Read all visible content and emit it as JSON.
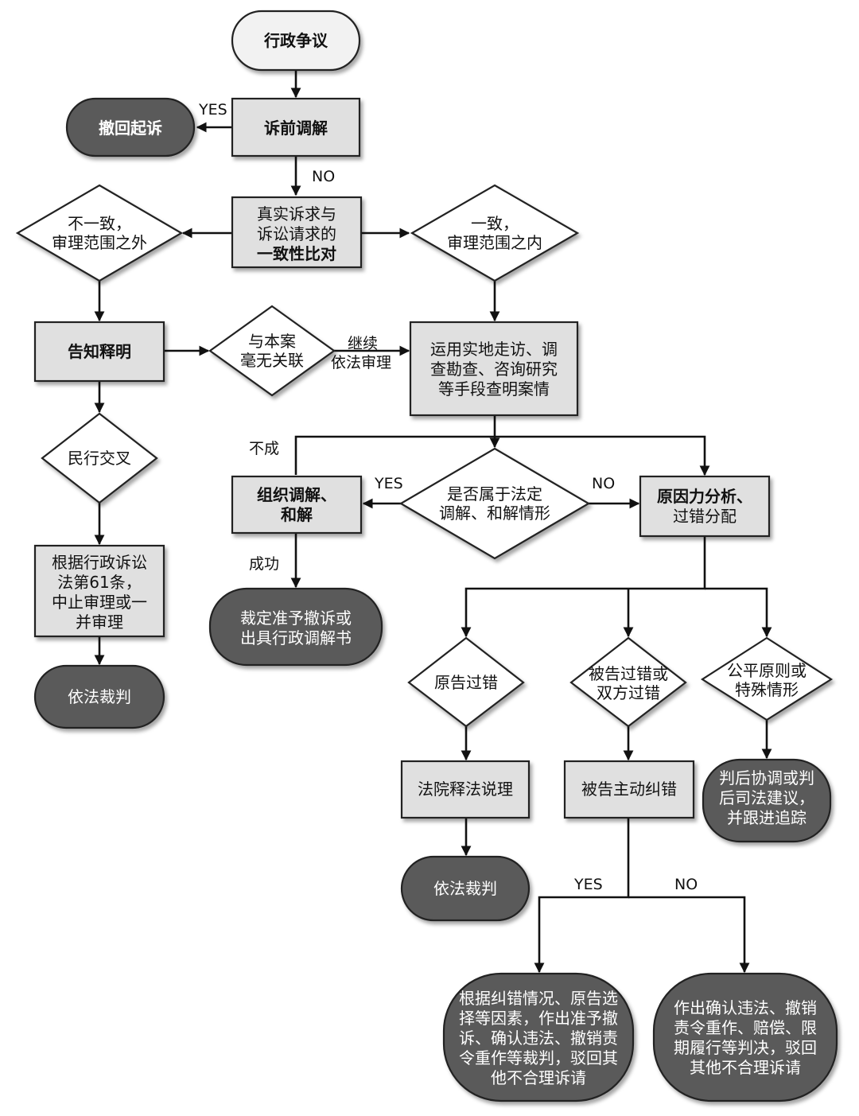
{
  "nodes": {
    "dispute": "行政争议",
    "pre_mediation": "诉前调解",
    "withdraw": "撤回起诉",
    "compare": [
      "真实诉求与",
      "诉讼请求的",
      "一致性比对"
    ],
    "mismatch": [
      "不一致，",
      "审理范围之外"
    ],
    "match": [
      "一致，",
      "审理范围之内"
    ],
    "inform": "告知释明",
    "unrelated": [
      "与本案",
      "毫无关联"
    ],
    "investigate": [
      "运用实地走访、调",
      "查勘查、咨询研究",
      "等手段查明案情"
    ],
    "civil_cross": "民行交叉",
    "art61": [
      "根据行政诉讼",
      "法第61条，",
      "中止审理或一",
      "并审理"
    ],
    "judge_left": "依法裁判",
    "organize": [
      "组织调解、",
      "和解"
    ],
    "is_legal": [
      "是否属于法定",
      "调解、和解情形"
    ],
    "cause": [
      "原因力分析、",
      "过错分配"
    ],
    "approve": [
      "裁定准予撤诉或",
      "出具行政调解书"
    ],
    "plaintiff_fault": "原告过错",
    "defendant_fault": [
      "被告过错或",
      "双方过错"
    ],
    "fairness": [
      "公平原则或",
      "特殊情形"
    ],
    "court_explain": "法院释法说理",
    "defendant_correct": "被告主动纠错",
    "post_judgment": [
      "判后协调或判",
      "后司法建议，",
      "并跟进追踪"
    ],
    "judge_mid": "依法裁判",
    "result_yes": [
      "根据纠错情况、原告选",
      "择等因素，作出准予撤",
      "诉、确认违法、撤销责",
      "令重作等裁判，驳回其",
      "他不合理诉请"
    ],
    "result_no": [
      "作出确认违法、撤销",
      "责令重作、赔偿、限",
      "期履行等判决，驳回",
      "其他不合理诉请"
    ]
  },
  "labels": {
    "yes_withdraw": "YES",
    "no_compare": "NO",
    "continue_trial": [
      "继续",
      "依法审理"
    ],
    "fail": "不成",
    "success": "成功",
    "yes_organize": "YES",
    "no_cause": "NO",
    "yes_result": "YES",
    "no_result": "NO"
  }
}
